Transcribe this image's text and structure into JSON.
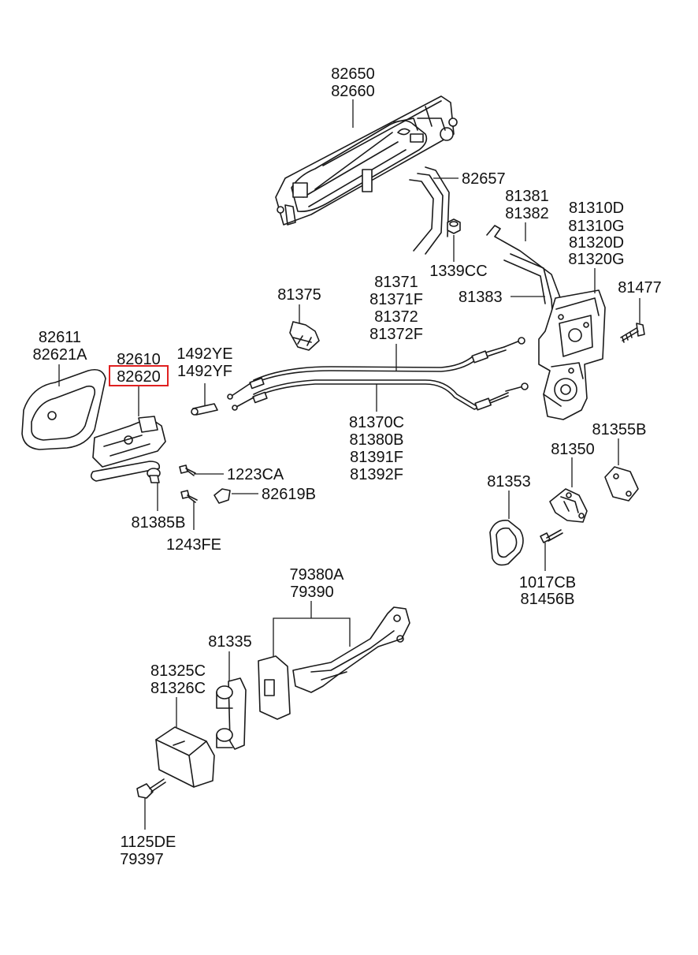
{
  "callouts": {
    "outside_handle": [
      "82650",
      "82660"
    ],
    "handle_rod": [
      "82657"
    ],
    "nut": [
      "1339CC"
    ],
    "lock_rod_a": [
      "81381",
      "81382"
    ],
    "latch_assembly": [
      "81310D",
      "81310G",
      "81320D",
      "81320G"
    ],
    "lock_rod_b": [
      "81383"
    ],
    "screw_latch": [
      "81477"
    ],
    "clip": [
      "81375"
    ],
    "cable_upper": [
      "81371",
      "81371F",
      "81372",
      "81372F"
    ],
    "inside_bezel": [
      "82611",
      "82621A"
    ],
    "inside_handle": [
      "82610",
      "82620"
    ],
    "cable_clip": [
      "1492YE",
      "1492YF"
    ],
    "cable_lower": [
      "81370C",
      "81380B",
      "81391F",
      "81392F"
    ],
    "cover_b": [
      "81355B"
    ],
    "striker": [
      "81350"
    ],
    "seal": [
      "81353"
    ],
    "screw_a": [
      "1223CA"
    ],
    "cap": [
      "82619B"
    ],
    "grommet": [
      "81385B"
    ],
    "screw_b": [
      "1243FE"
    ],
    "striker_bolt": [
      "1017CB",
      "81456B"
    ],
    "checker": [
      "79380A",
      "79390"
    ],
    "hinge": [
      "81335"
    ],
    "hinge_cover": [
      "81325C",
      "81326C"
    ],
    "bolt": [
      "1125DE",
      "79397"
    ]
  },
  "highlight": {
    "part_number": "82620",
    "color": "#e02020"
  }
}
